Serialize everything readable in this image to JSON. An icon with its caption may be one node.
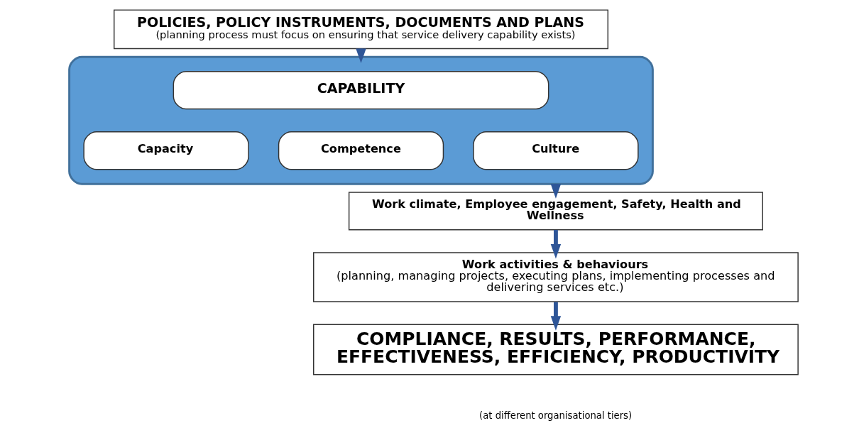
{
  "diagram": {
    "nodes": [
      {
        "text": [
          "POLICIES, POLICY INSTRUMENTS, DOCUMENTS AND PLANS",
          "(planning process must focus on ensuring that service delivery capability exists)"
        ]
      },
      {
        "text": [],
        "shape": "box"
      },
      {
        "text": [
          "CAPABILITY"
        ],
        "in": 1
      },
      {
        "text": [
          "Capacity"
        ],
        "in": 1
      },
      {
        "text": [
          "Competence"
        ],
        "in": 1
      },
      {
        "text": [
          "Culture"
        ],
        "in": 1
      },
      {
        "text": [
          "Work climate, Employee engagement, Safety, Health and Wellness"
        ]
      },
      {
        "text": [
          "Work activities & behaviours",
          "(planning, managing projects, executing plans, implementing processes and delivering services etc.)"
        ]
      },
      {
        "text": [
          "COMPLIANCE, RESULTS, PERFORMANCE, EFFECTIVENESS, EFFICIENCY, PRODUCTIVITY"
        ],
        "beside": [
          "(at different organisational tiers)"
        ]
      }
    ],
    "edges": [
      {
        "from": 0,
        "to": 1,
        "arrow": "to"
      },
      {
        "from": 1,
        "to": 6,
        "arrow": "to"
      },
      {
        "from": 6,
        "to": 7,
        "arrow": "to"
      },
      {
        "from": 7,
        "to": 8,
        "arrow": "to"
      }
    ]
  }
}
